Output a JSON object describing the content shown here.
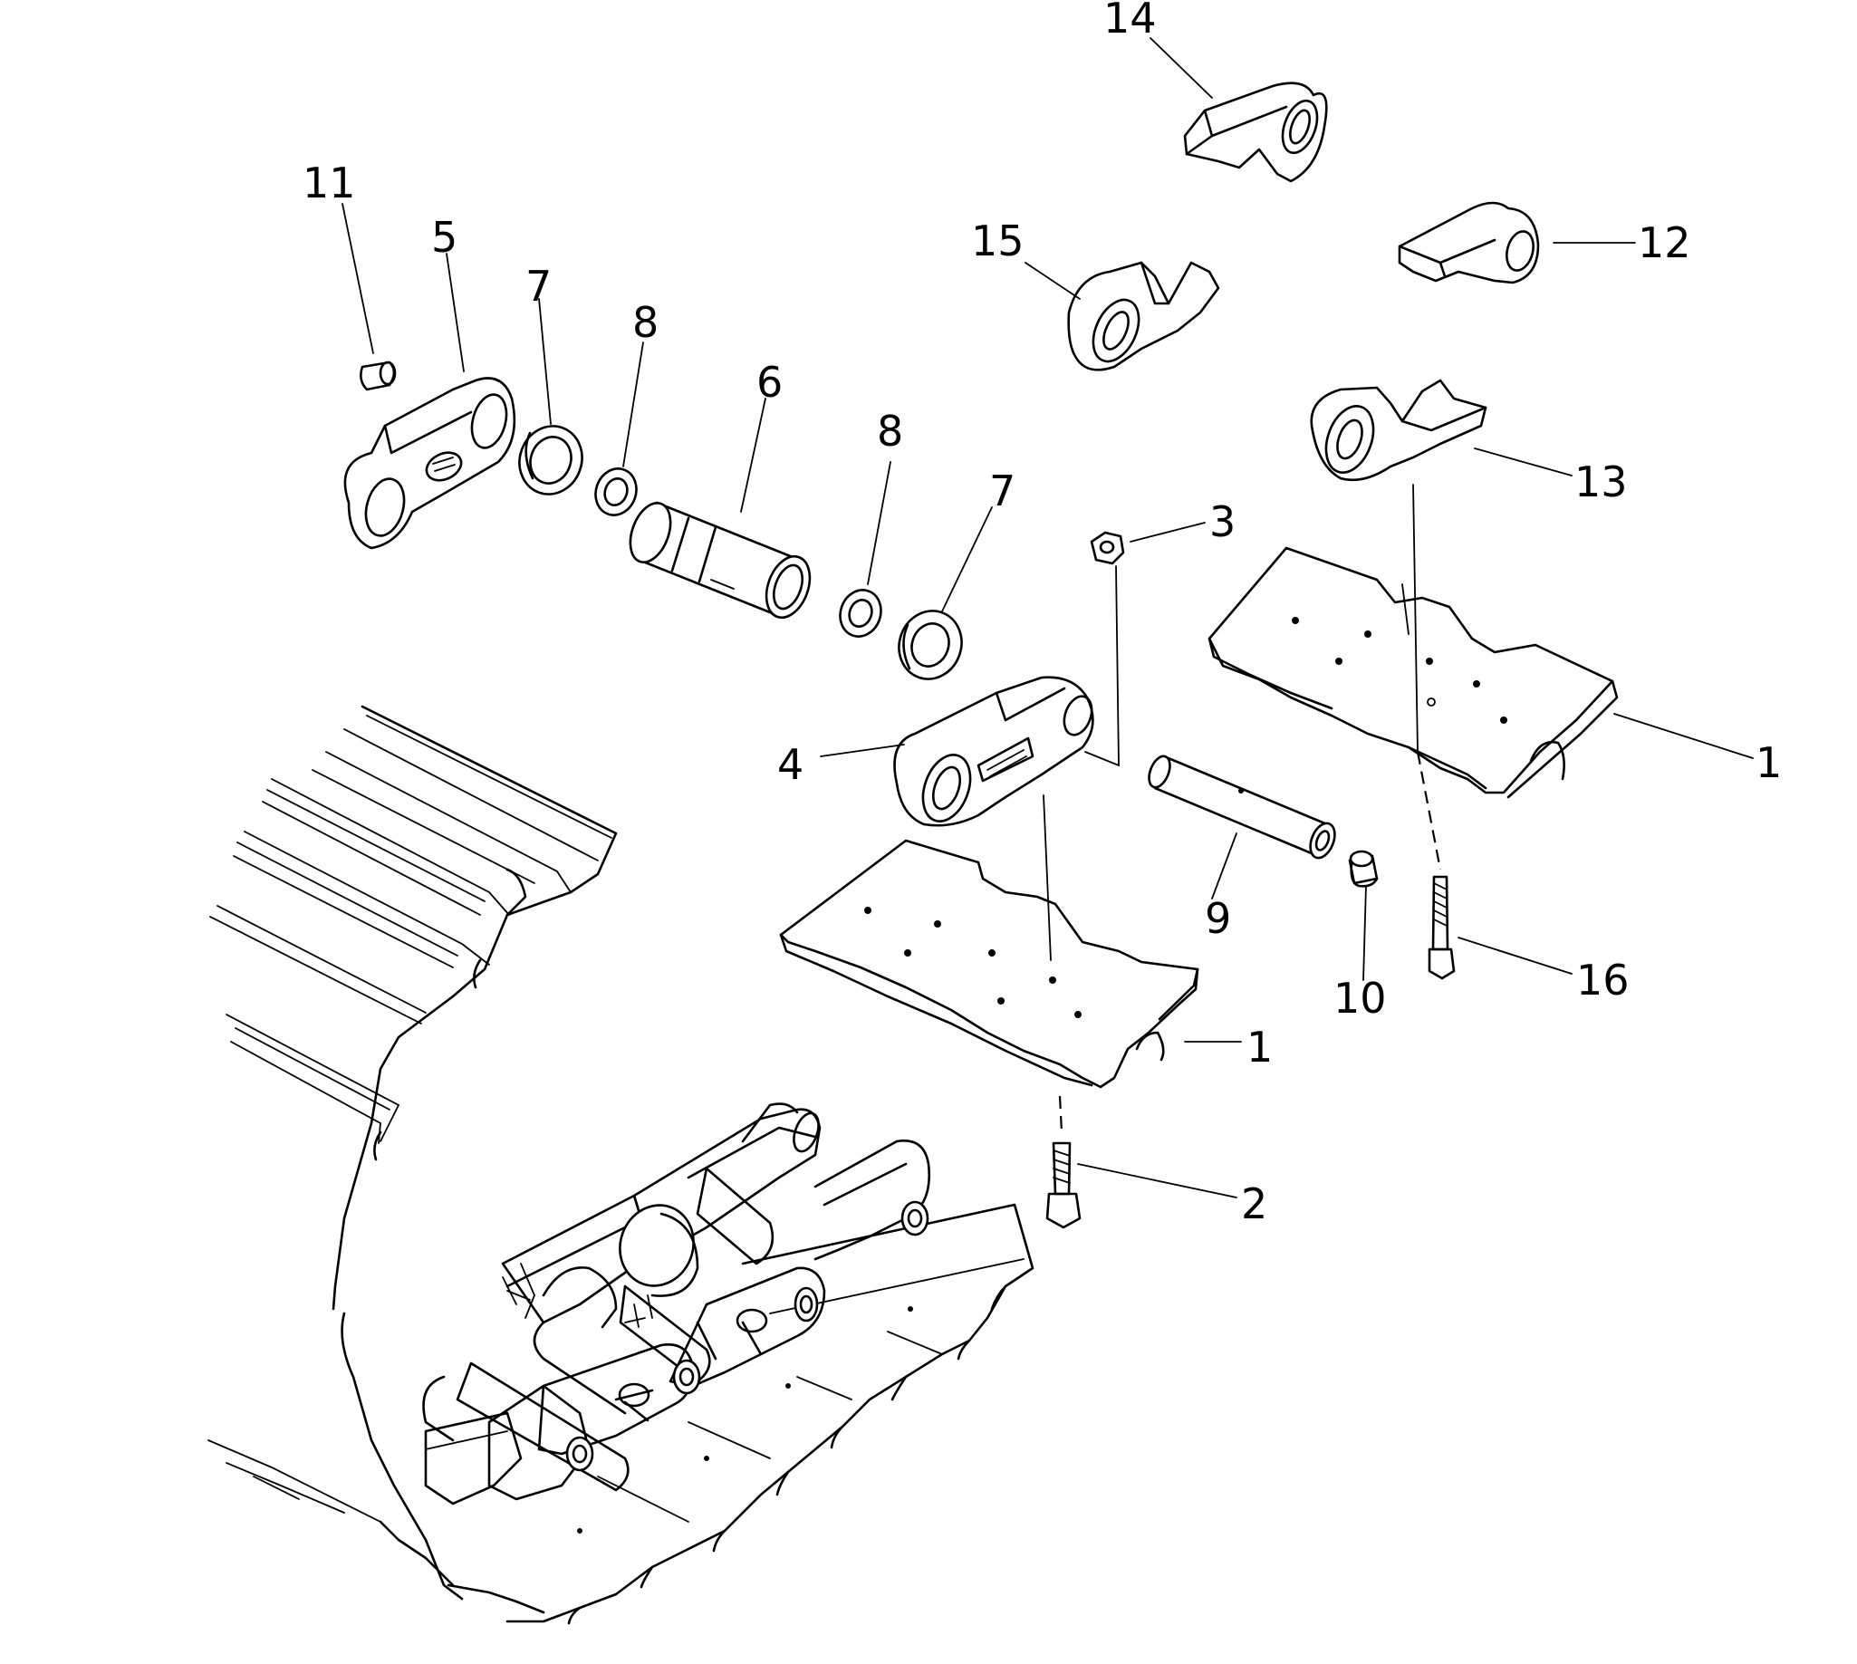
{
  "diagram": {
    "callouts": [
      {
        "id": "c14",
        "text": "14",
        "part": "link-part-14"
      },
      {
        "id": "c12",
        "text": "12",
        "part": "link-part-12"
      },
      {
        "id": "c15",
        "text": "15",
        "part": "link-part-15"
      },
      {
        "id": "c13",
        "text": "13",
        "part": "link-part-13"
      },
      {
        "id": "c11",
        "text": "11",
        "part": "plug-11"
      },
      {
        "id": "c5",
        "text": "5",
        "part": "master-link-5"
      },
      {
        "id": "c7a",
        "text": "7",
        "part": "seal-7-left"
      },
      {
        "id": "c8a",
        "text": "8",
        "part": "ring-8-left"
      },
      {
        "id": "c6",
        "text": "6",
        "part": "bushing-6"
      },
      {
        "id": "c8b",
        "text": "8",
        "part": "ring-8-right"
      },
      {
        "id": "c7b",
        "text": "7",
        "part": "seal-7-right"
      },
      {
        "id": "c3",
        "text": "3",
        "part": "nut-3"
      },
      {
        "id": "c1a",
        "text": "1",
        "part": "track-shoe-1-right"
      },
      {
        "id": "c4",
        "text": "4",
        "part": "master-link-4"
      },
      {
        "id": "c9",
        "text": "9",
        "part": "pin-9"
      },
      {
        "id": "c10",
        "text": "10",
        "part": "spacer-10"
      },
      {
        "id": "c16",
        "text": "16",
        "part": "bolt-16"
      },
      {
        "id": "c1b",
        "text": "1",
        "part": "track-shoe-1-left"
      },
      {
        "id": "c2",
        "text": "2",
        "part": "bolt-2"
      }
    ]
  }
}
